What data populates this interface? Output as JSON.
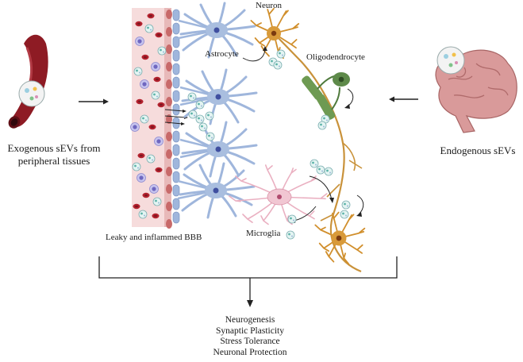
{
  "labels": {
    "neuron": "Neuron",
    "astrocyte": "Astrocyte",
    "oligodendrocyte": "Oligodendrocyte",
    "microglia": "Microglia",
    "bbb": "Leaky and inflammed BBB",
    "exogenous_line1": "Exogenous sEVs from",
    "exogenous_line2": "peripheral tissues",
    "endogenous": "Endogenous sEVs"
  },
  "outcomes": [
    "Neurogenesis",
    "Synaptic Plasticity",
    "Stress  Tolerance",
    "Neuronal Protection"
  ],
  "colors": {
    "vessel": "#8e1b24",
    "bbb_fill": "#f6dcdc",
    "astrocyte": "#a9bedf",
    "astrocyte_nucleus": "#3f4fa0",
    "neuron": "#d89a3a",
    "neuron_nucleus": "#7a3a10",
    "oligodendrocyte": "#5e8a4a",
    "microglia": "#f1c6d2",
    "brain": "#d99a9a",
    "ev": "#d9f0ee"
  }
}
